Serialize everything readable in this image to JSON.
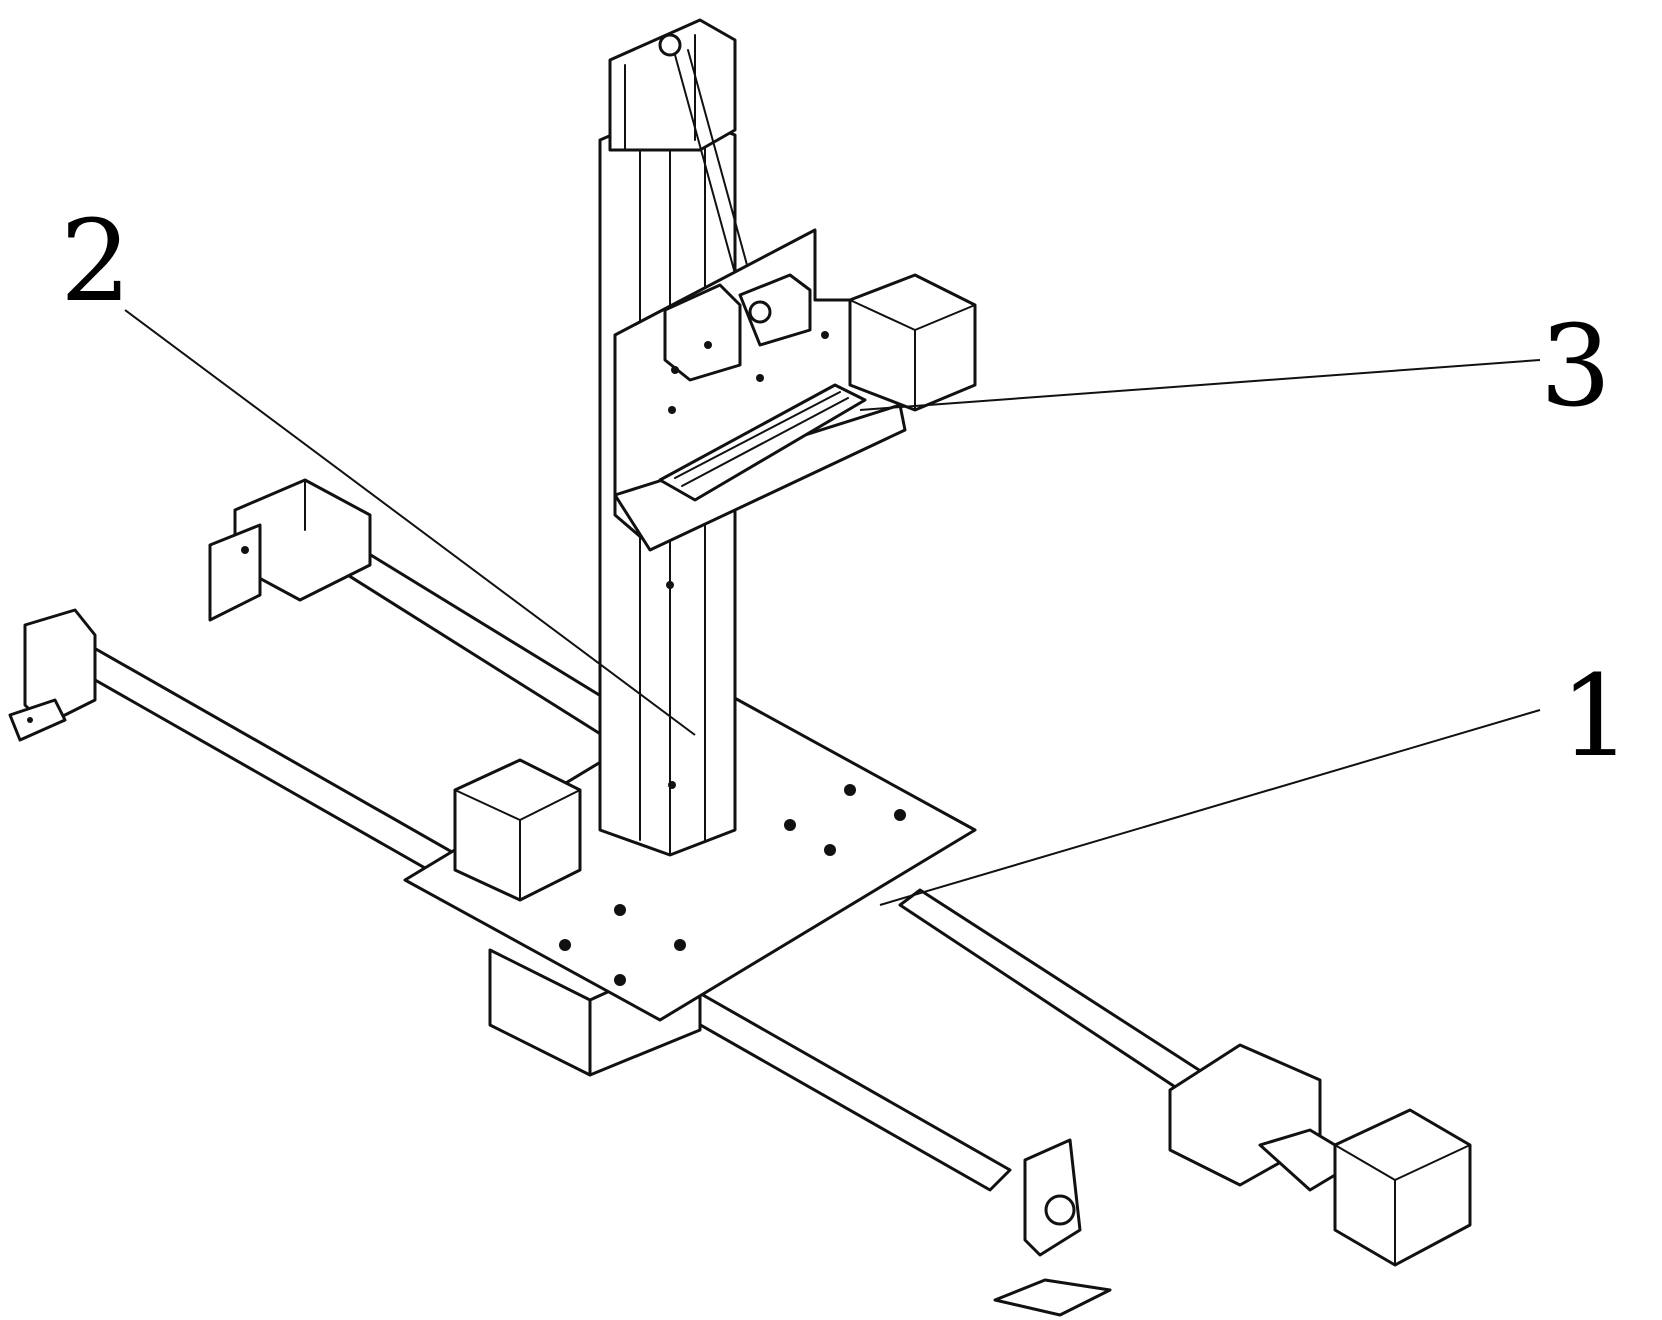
{
  "labels": [
    {
      "id": "1",
      "text": "1"
    },
    {
      "id": "2",
      "text": "2"
    },
    {
      "id": "3",
      "text": "3"
    }
  ],
  "colors": {
    "line": "#111111",
    "background": "#ffffff"
  }
}
